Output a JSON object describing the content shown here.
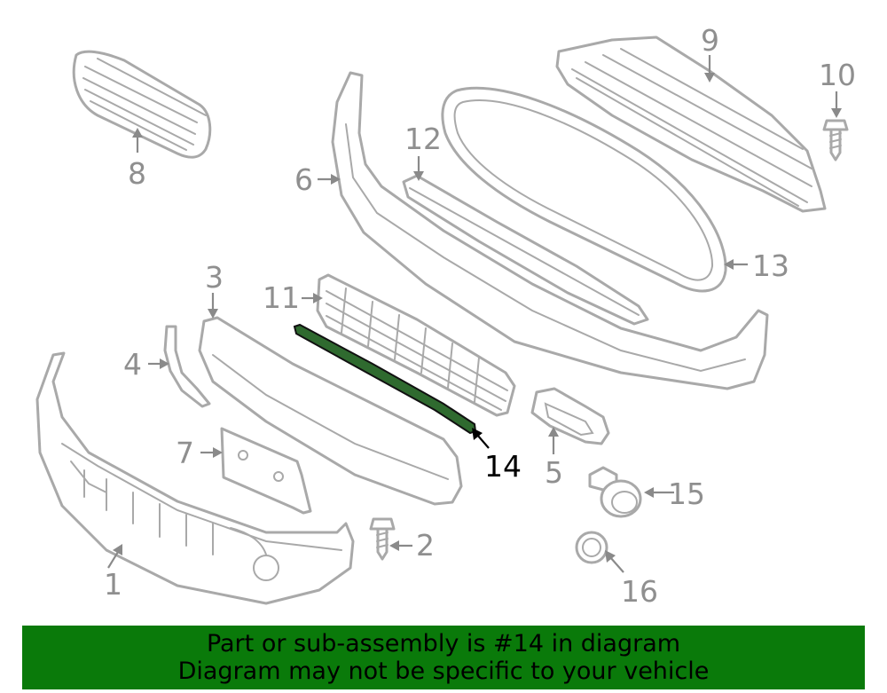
{
  "diagram": {
    "highlighted_part": "14",
    "highlight_color": "#2f6a2f",
    "callouts": [
      "1",
      "2",
      "3",
      "4",
      "5",
      "6",
      "7",
      "8",
      "9",
      "10",
      "11",
      "12",
      "13",
      "14",
      "15",
      "16"
    ]
  },
  "banner": {
    "line1": "Part or sub-assembly is #14 in diagram",
    "line2": "Diagram may not be specific to your vehicle",
    "background": "#0a7a0a"
  }
}
